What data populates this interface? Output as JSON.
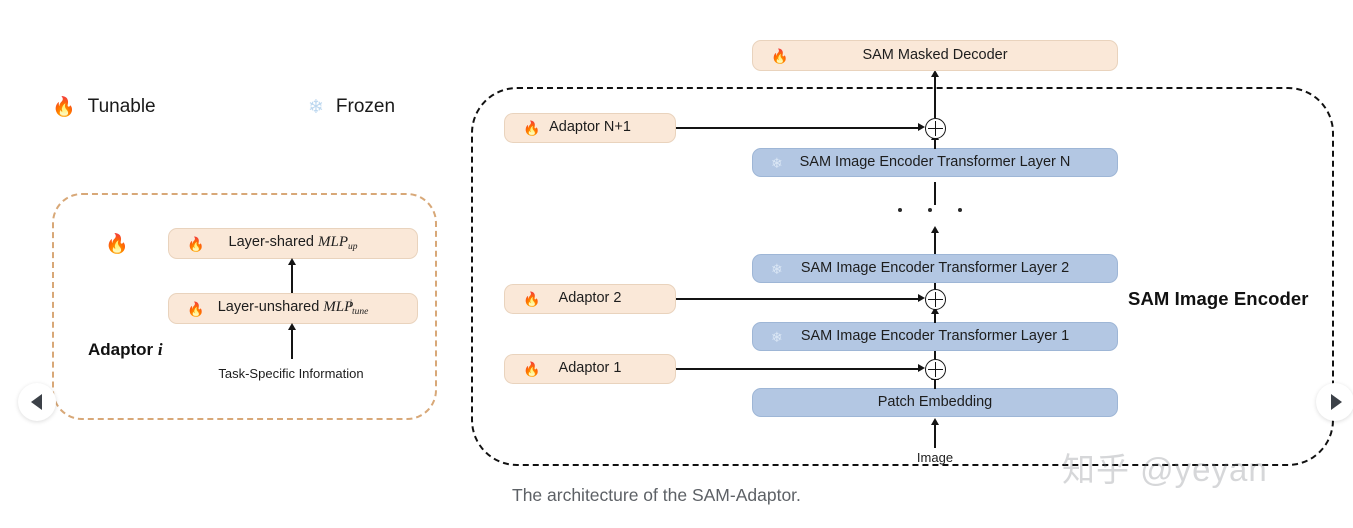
{
  "legend": {
    "tunable": {
      "icon": "🔥",
      "icon_name": "flame-icon",
      "label": "Tunable"
    },
    "frozen": {
      "icon": "❄",
      "icon_name": "snowflake-icon",
      "label": "Frozen"
    }
  },
  "adaptor_detail": {
    "title_prefix": "Adaptor ",
    "title_symbol": "i",
    "flame_icon": "🔥",
    "top_box": {
      "icon": "🔥",
      "text_prefix": "Layer-shared ",
      "math_base": "MLP",
      "math_sub": "up",
      "math_sup": ""
    },
    "bottom_box": {
      "icon": "🔥",
      "text_prefix": "Layer-unshared ",
      "math_base": "MLP",
      "math_sub": "tune",
      "math_sup": "i"
    },
    "input_label": "Task-Specific Information"
  },
  "pipeline": {
    "encoder_title": "SAM Image Encoder",
    "decoder": {
      "icon": "🔥",
      "label": "SAM Masked Decoder"
    },
    "layer_n": {
      "icon": "❄",
      "label": "SAM Image Encoder Transformer Layer N"
    },
    "layer_2": {
      "icon": "❄",
      "label": "SAM Image Encoder Transformer Layer 2"
    },
    "layer_1": {
      "icon": "❄",
      "label": "SAM Image Encoder Transformer Layer 1"
    },
    "patch_embedding": {
      "icon": "",
      "label": "Patch Embedding"
    },
    "input_label": "Image",
    "adaptors": [
      {
        "icon": "🔥",
        "label": "Adaptor N+1"
      },
      {
        "icon": "🔥",
        "label": "Adaptor 2"
      },
      {
        "icon": "🔥",
        "label": "Adaptor 1"
      }
    ],
    "ellipsis_dots": 3
  },
  "caption": "The architecture of the SAM-Adaptor.",
  "watermark": "知乎 @yeyan",
  "nav": {
    "prev": "◀",
    "next": "▶"
  },
  "colors": {
    "peach_fill": "#fae8d8",
    "peach_border": "#e9d3bd",
    "blue_fill": "#b3c7e3",
    "blue_border": "#9eb6d6",
    "line": "#141414",
    "dashed_encoder": "#111111",
    "dashed_adaptor": "#d8a878",
    "caption_text": "#5d6166"
  }
}
